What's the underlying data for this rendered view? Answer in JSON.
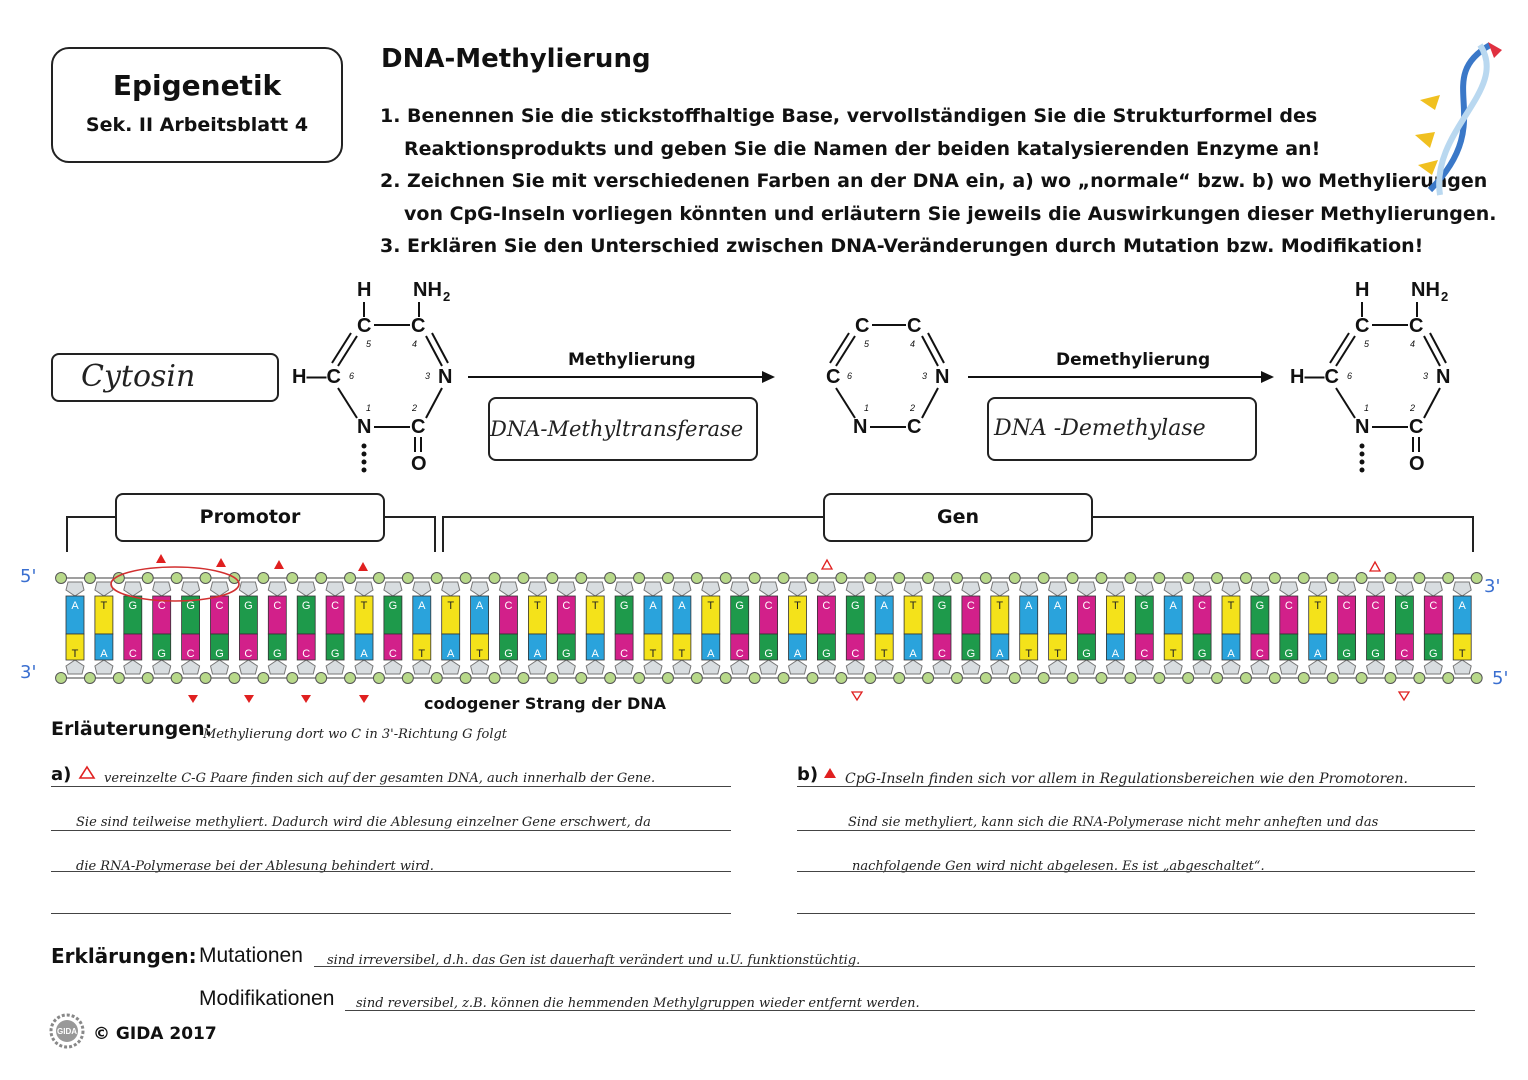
{
  "header": {
    "title": "Epigenetik",
    "subtitle": "Sek. II  Arbeitsblatt 4",
    "heading": "DNA-Methylierung",
    "tasks": [
      "1. Benennen Sie die stickstoffhaltige Base, vervollständigen Sie die Strukturformel des",
      "Reaktionsprodukts und geben Sie die Namen der beiden katalysierenden Enzyme an!",
      "2. Zeichnen Sie mit verschiedenen Farben an der DNA ein, a) wo „normale“ bzw. b) wo Methylierungen",
      "von CpG-Inseln vorliegen könnten und erläutern Sie jeweils die Auswirkungen dieser Methylierungen.",
      "3. Erklären Sie den Unterschied zwischen DNA-Veränderungen durch Mutation bzw. Modifikation!"
    ]
  },
  "reaction": {
    "base_answer": "Cytosin",
    "arrow1_label": "Methylierung",
    "enzyme1_answer": "DNA-Methyltransferase",
    "arrow2_label": "Demethylierung",
    "enzyme2_answer": "DNA -Demethylase"
  },
  "molecule": {
    "H": "H",
    "NH2": "NH",
    "NH2_sub": "2",
    "C": "C",
    "N": "N",
    "O": "O",
    "HC": "H—C",
    "nums": [
      "5",
      "4",
      "6",
      "3",
      "1",
      "2"
    ]
  },
  "dna": {
    "region1": "Promotor",
    "region2": "Gen",
    "label_5_left": "5'",
    "label_3_left": "3'",
    "label_3_right": "3'",
    "label_5_right": "5'",
    "top_strand": [
      "A",
      "T",
      "G",
      "C",
      "G",
      "C",
      "G",
      "C",
      "G",
      "C",
      "T",
      "G",
      "A",
      "T",
      "A",
      "C",
      "T",
      "C",
      "T",
      "G",
      "A",
      "A",
      "T",
      "G",
      "C",
      "T",
      "C",
      "G",
      "A",
      "T",
      "G",
      "C",
      "T",
      "A",
      "A",
      "C",
      "T",
      "G",
      "A",
      "C",
      "T",
      "G",
      "C",
      "T",
      "C",
      "C",
      "G",
      "C",
      "A"
    ],
    "bottom_strand": [
      "T",
      "A",
      "C",
      "G",
      "C",
      "G",
      "C",
      "G",
      "C",
      "G",
      "A",
      "C",
      "T",
      "A",
      "T",
      "G",
      "A",
      "G",
      "A",
      "C",
      "T",
      "T",
      "A",
      "C",
      "G",
      "A",
      "G",
      "C",
      "T",
      "A",
      "C",
      "G",
      "A",
      "T",
      "T",
      "G",
      "A",
      "C",
      "T",
      "G",
      "A",
      "C",
      "G",
      "A",
      "G",
      "G",
      "C",
      "G",
      "T"
    ],
    "colors": {
      "A": "#2aa3dc",
      "T": "#f4e21a",
      "G": "#1e9a4b",
      "C": "#d2208a"
    },
    "codogenic_label": "codogener Strang der DNA"
  },
  "explanations": {
    "heading": "Erläuterungen:",
    "intro_answer": "Methylierung dort wo C in 3'-Richtung G folgt",
    "a_label": "a)",
    "a_lines": [
      "vereinzelte C-G Paare finden sich auf der gesamten DNA, auch innerhalb der Gene.",
      "Sie sind teilweise methyliert. Dadurch wird die Ablesung einzelner Gene erschwert, da",
      "die RNA-Polymerase bei der Ablesung behindert wird."
    ],
    "b_label": "b)",
    "b_lines": [
      "CpG-Inseln finden sich vor allem in Regulationsbereichen wie den Promotoren.",
      "Sind sie methyliert, kann sich die RNA-Polymerase nicht mehr anheften und das",
      "nachfolgende Gen wird nicht abgelesen. Es ist „abgeschaltet“."
    ]
  },
  "declarations": {
    "heading": "Erklärungen:",
    "mutation_label": "Mutationen",
    "mutation_answer": "sind irreversibel, d.h. das Gen ist dauerhaft verändert und u.U. funktionstüchtig.",
    "modification_label": "Modifikationen",
    "modification_answer": "sind reversibel, z.B. können die hemmenden Methylgruppen wieder entfernt werden."
  },
  "footer": {
    "logo_text": "GIDA",
    "copyright": "© GIDA 2017"
  }
}
